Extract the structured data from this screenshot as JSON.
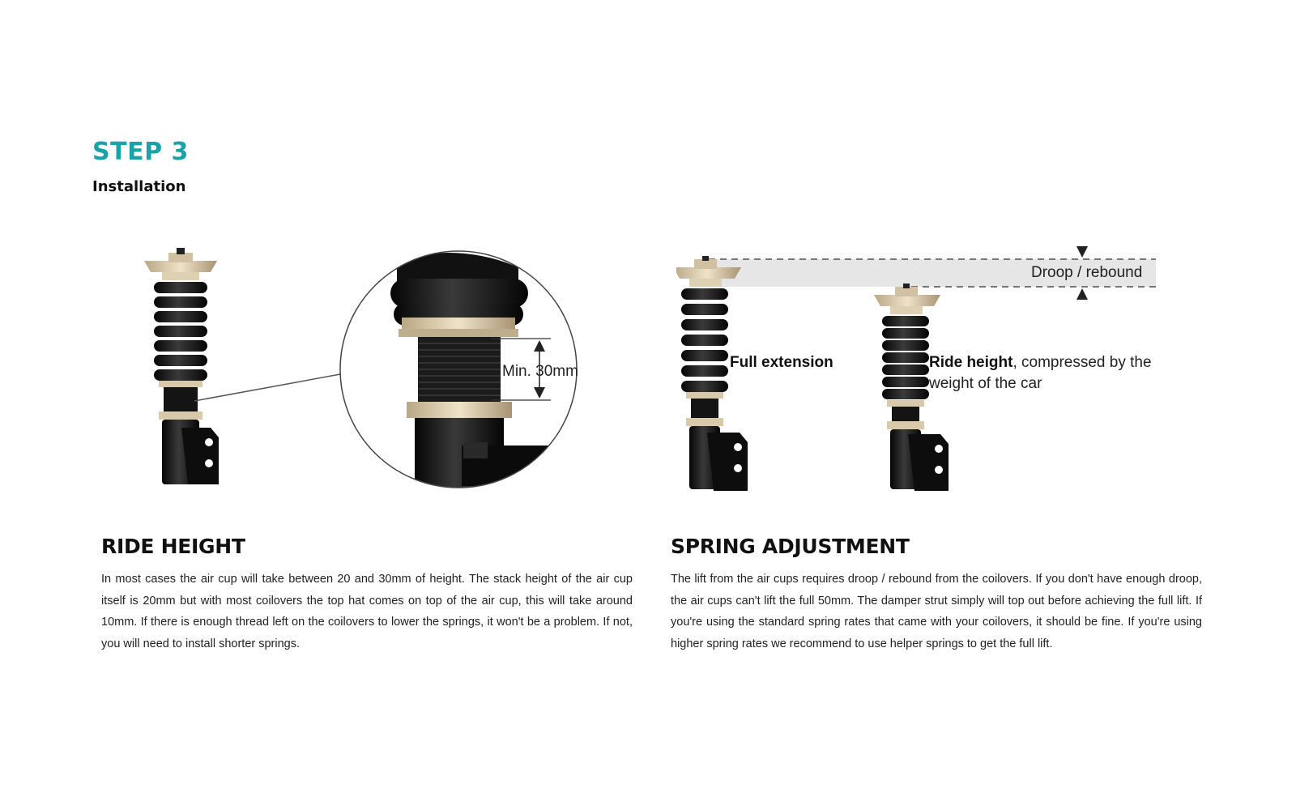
{
  "header": {
    "step": "STEP 3",
    "subtitle": "Installation"
  },
  "left_figure": {
    "measure_label": "Min. 30mm"
  },
  "right_figure": {
    "droop_label": "Droop / rebound",
    "full_extension_label": "Full extension",
    "ride_height_bold": "Ride height",
    "ride_height_rest_line1": ", compressed by the",
    "ride_height_rest_line2": "weight of the car"
  },
  "ride_height": {
    "title": "RIDE HEIGHT",
    "body": "In most cases the air cup will take between 20 and 30mm of height. The stack height of the air cup itself is 20mm but with most coilovers the top hat comes on top of the air cup, this will take around 10mm. If there is enough thread left on the coilovers to lower the springs, it won't be a problem. If not, you will need to install shorter springs."
  },
  "spring_adjustment": {
    "title": "SPRING ADJUSTMENT",
    "body": "The lift from the air cups requires droop / rebound from the coilovers. If you don't have enough droop, the air cups can't lift the full 50mm. The damper strut simply will top out before achieving the full lift. If you're using the standard spring rates that came with your coilovers, it should be fine. If you're using higher spring rates we recommend to use helper springs to get the full lift."
  },
  "colors": {
    "accent": "#1aa3a6",
    "coilover_black": "#111111",
    "hardware_gold": "#d8c8a6"
  }
}
